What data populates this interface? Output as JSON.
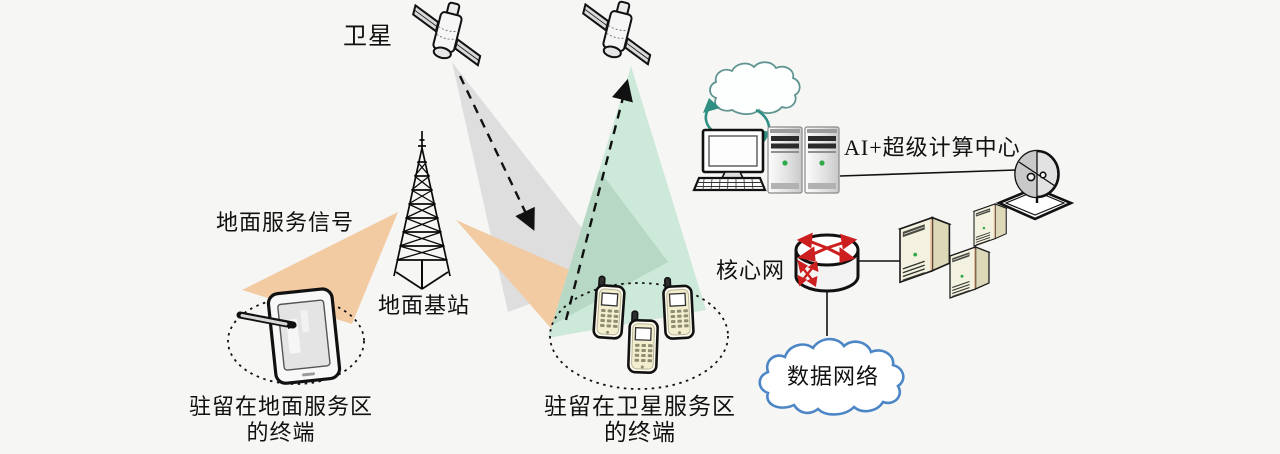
{
  "figure": {
    "type": "satellite-terrestrial-network-architecture-diagram",
    "labels": {
      "satellite": "卫星",
      "ground_service_signal": "地面服务信号",
      "ground_base_station": "地面基站",
      "ground_terminal": [
        "驻留在地面服务区",
        "的终端"
      ],
      "satellite_terminal": [
        "驻留在卫星服务区",
        "的终端"
      ],
      "ai_supercomputing_center": "AI+超级计算中心",
      "core_network": "核心网",
      "data_network": "数据网络"
    },
    "icons": [
      "satellite-icon",
      "satellite-icon",
      "cell-tower-icon",
      "tablet-terminal-icon",
      "mobile-phone-icon",
      "mobile-phone-icon",
      "mobile-phone-icon",
      "cloud-icon",
      "desktop-computer-icon",
      "server-tower-icon",
      "server-tower-icon",
      "router-icon",
      "iso-server-icon",
      "iso-server-icon",
      "iso-server-icon",
      "dish-antenna-icon",
      "data-cloud-icon"
    ],
    "colors": {
      "background": "#f6f6f4",
      "ink": "#111111",
      "beam_tan": "#f2cba3",
      "beam_gray": "#dedede",
      "beam_green": "#cde9da",
      "beam_green_dark": "#b6d8c5",
      "teal_arrow": "#2e8f82",
      "cloud_teal_stroke": "#5f9490",
      "cloud_blue_stroke": "#4d86c6",
      "router_red": "#cc1f1f",
      "led_green": "#2faa4a"
    }
  }
}
